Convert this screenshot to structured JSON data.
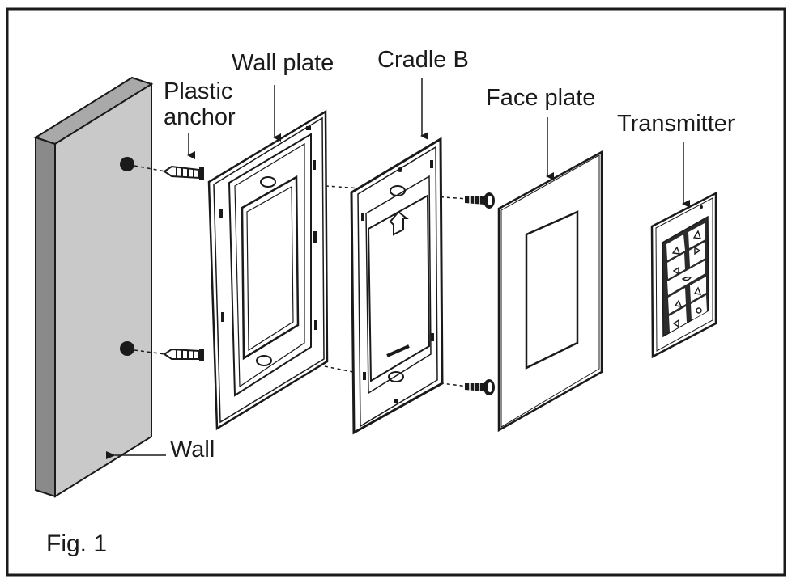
{
  "figure": {
    "caption": "Fig. 1"
  },
  "labels": {
    "wall": "Wall",
    "plastic_anchor_line1": "Plastic",
    "plastic_anchor_line2": "anchor",
    "wall_plate": "Wall plate",
    "cradle_b": "Cradle B",
    "face_plate": "Face plate",
    "transmitter": "Transmitter"
  },
  "colors": {
    "ink": "#1a1a1a",
    "wall_face": "#c9c9c9",
    "wall_side": "#8a8a8a",
    "wall_top": "#a9a9a9",
    "button": "#2b2b2b"
  }
}
